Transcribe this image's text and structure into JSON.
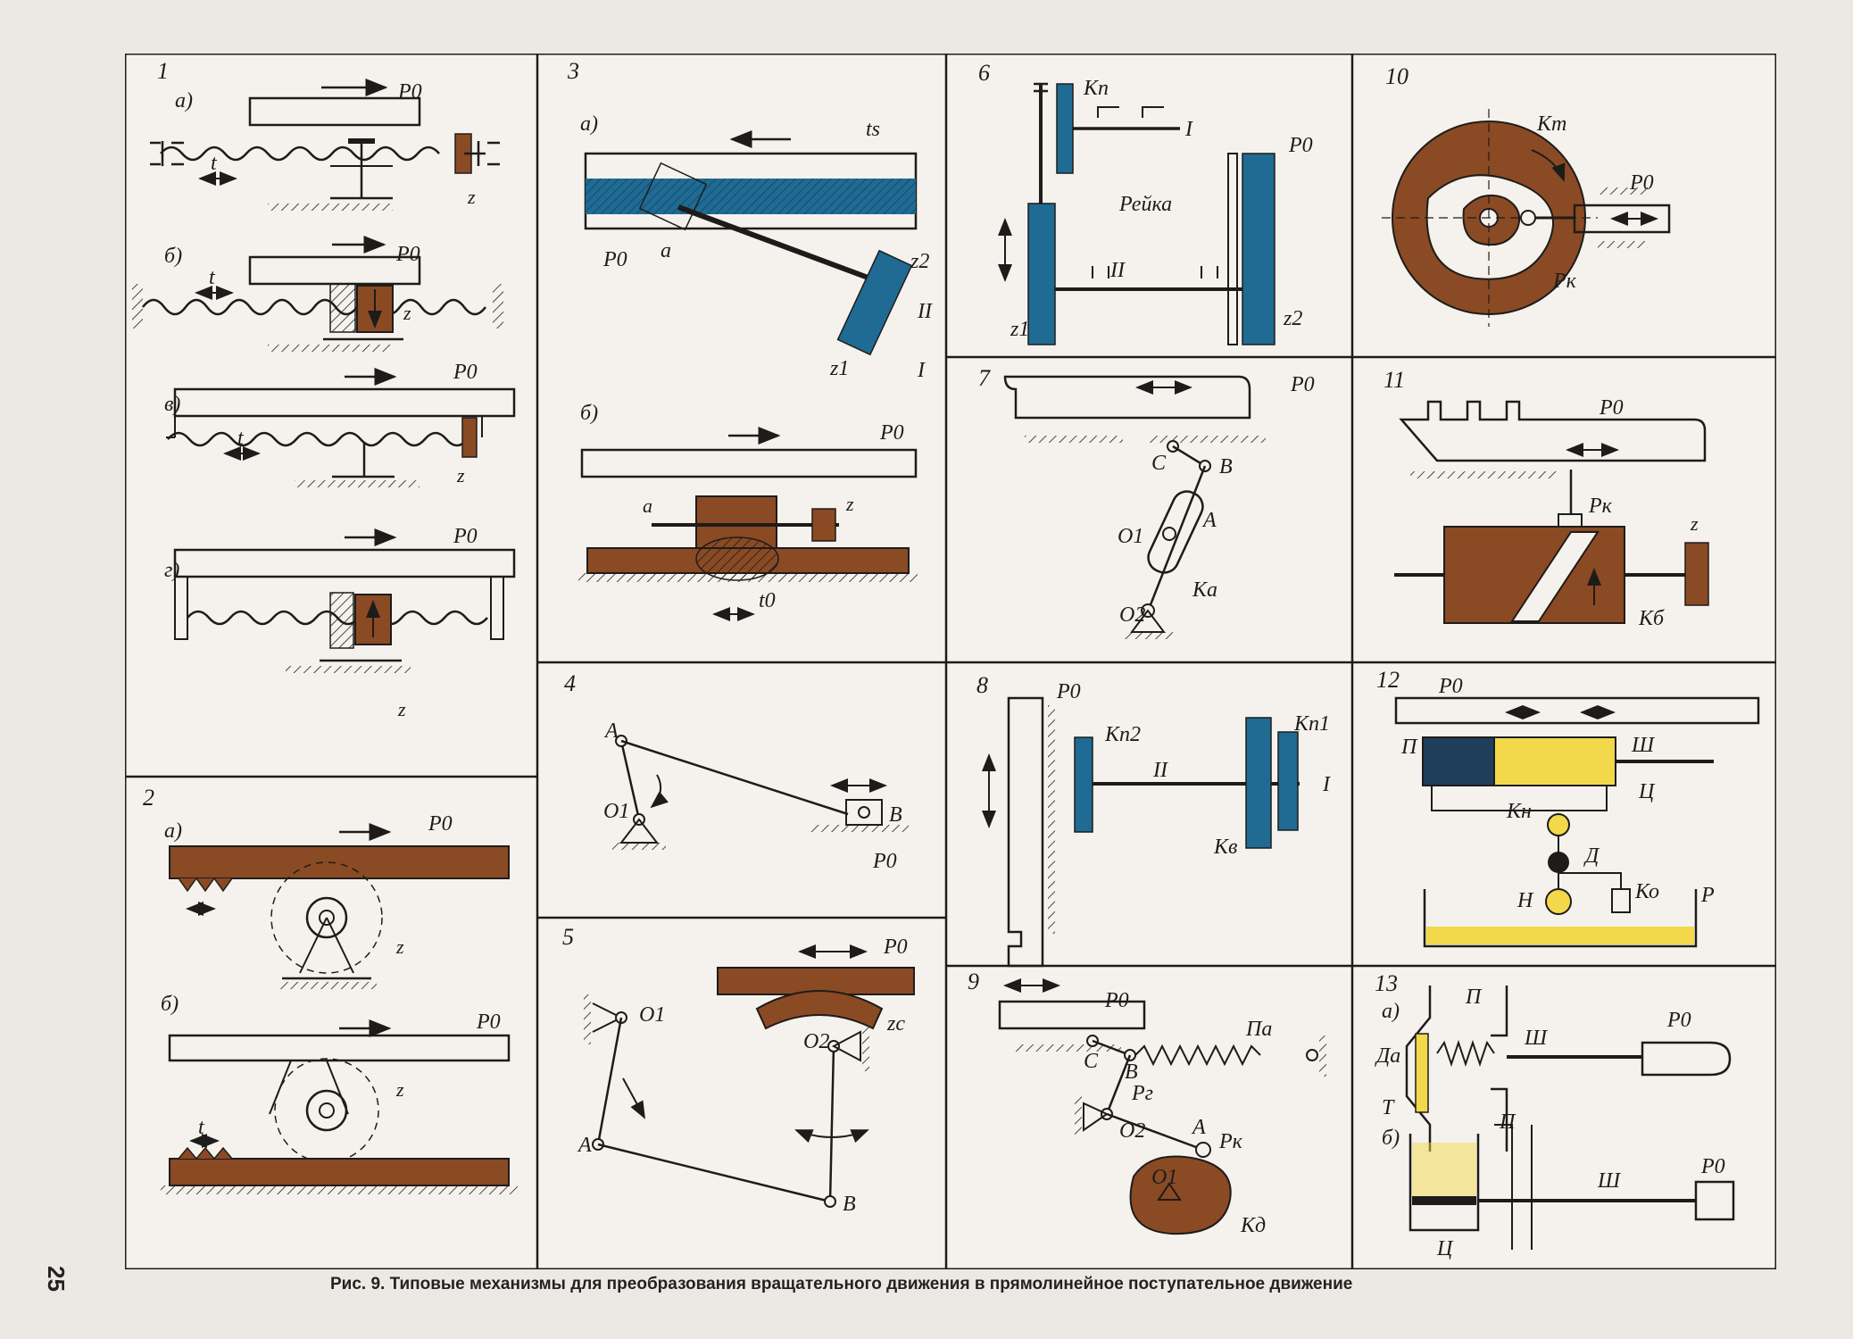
{
  "page_number": "25",
  "caption": "Рис. 9. Типовые механизмы для преобразования вращательного движения в прямолинейное поступательное движение",
  "colors": {
    "wood": "#8a4a24",
    "blue": "#1f6b94",
    "yellow": "#f2d84a",
    "line": "#1e1c1a",
    "paper": "#f5f2ed"
  },
  "panels": [
    {
      "number": "1",
      "subs": [
        "а)",
        "б)",
        "в)",
        "г)"
      ],
      "labels": [
        "P0",
        "t",
        "z"
      ]
    },
    {
      "number": "2",
      "subs": [
        "а)",
        "б)"
      ],
      "labels": [
        "P0",
        "t",
        "z"
      ]
    },
    {
      "number": "3",
      "subs": [
        "а)",
        "б)"
      ],
      "labels": [
        "ts",
        "P0",
        "a",
        "z2",
        "II",
        "z1",
        "I",
        "t0",
        "z"
      ]
    },
    {
      "number": "4",
      "labels": [
        "A",
        "O1",
        "B",
        "P0"
      ]
    },
    {
      "number": "5",
      "labels": [
        "P0",
        "zc",
        "O1",
        "O2",
        "A",
        "B"
      ]
    },
    {
      "number": "6",
      "labels": [
        "Кп",
        "I",
        "P0",
        "Рейка",
        "II",
        "z1",
        "z2"
      ]
    },
    {
      "number": "7",
      "labels": [
        "P0",
        "C",
        "B",
        "O1",
        "A",
        "Ка",
        "O2"
      ]
    },
    {
      "number": "8",
      "labels": [
        "P0",
        "Кп2",
        "Кп1",
        "II",
        "I",
        "Кв"
      ]
    },
    {
      "number": "9",
      "labels": [
        "P0",
        "Па",
        "C",
        "B",
        "Pг",
        "O2",
        "A",
        "Pк",
        "O1",
        "Кд"
      ]
    },
    {
      "number": "10",
      "labels": [
        "Кт",
        "P0",
        "Pк"
      ]
    },
    {
      "number": "11",
      "labels": [
        "P0",
        "Pк",
        "z",
        "Кб"
      ]
    },
    {
      "number": "12",
      "labels": [
        "P0",
        "П",
        "Ш",
        "Ц",
        "Кн",
        "Д",
        "Н",
        "Ко",
        "Р"
      ]
    },
    {
      "number": "13",
      "subs": [
        "а)",
        "б)"
      ],
      "labels": [
        "P0",
        "П",
        "Ш",
        "Да",
        "Т",
        "Ц"
      ]
    }
  ]
}
